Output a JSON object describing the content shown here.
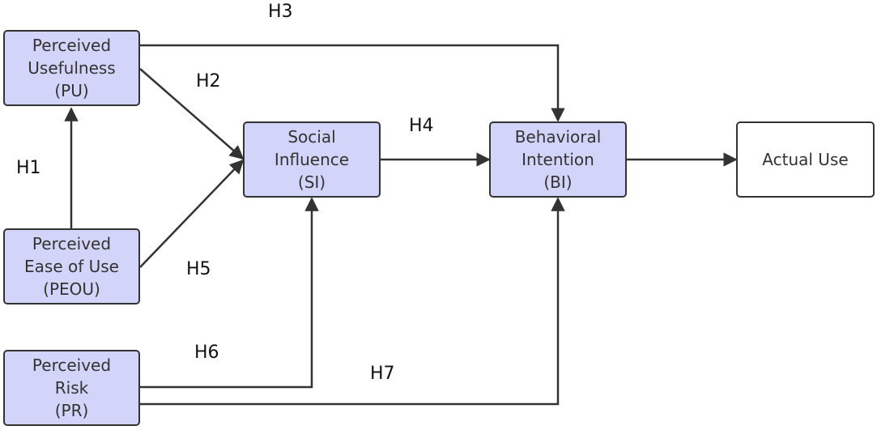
{
  "nodes": {
    "pu": {
      "line1": "Perceived",
      "line2": "Usefulness",
      "line3": "(PU)"
    },
    "peou": {
      "line1": "Perceived",
      "line2": "Ease of Use",
      "line3": "(PEOU)"
    },
    "pr": {
      "line1": "Perceived",
      "line2": "Risk",
      "line3": "(PR)"
    },
    "si": {
      "line1": "Social",
      "line2": "Influence",
      "line3": "(SI)"
    },
    "bi": {
      "line1": "Behavioral",
      "line2": "Intention",
      "line3": "(BI)"
    },
    "au": {
      "line1": "Actual Use"
    }
  },
  "hypotheses": {
    "h1": "H1",
    "h2": "H2",
    "h3": "H3",
    "h4": "H4",
    "h5": "H5",
    "h6": "H6",
    "h7": "H7"
  },
  "colors": {
    "node_fill": "#d2d4fa",
    "node_border": "#333333",
    "edge": "#333333"
  }
}
